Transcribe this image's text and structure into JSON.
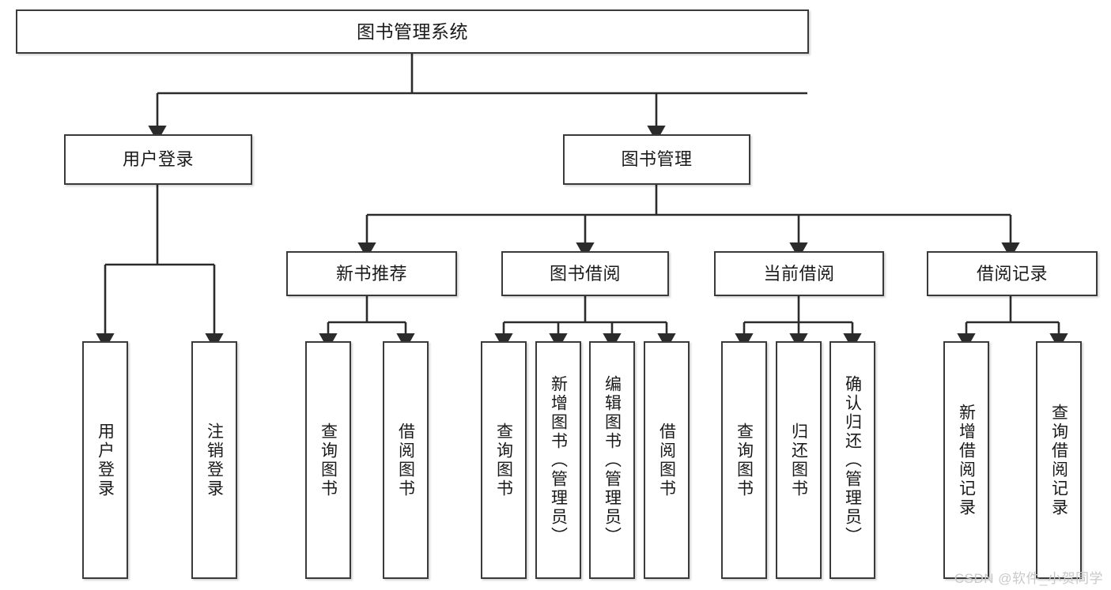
{
  "diagram": {
    "title": "图书管理系统",
    "type": "tree-hierarchy",
    "colors": {
      "background": "#ffffff",
      "box_border": "#3a3a3a",
      "box_fill": "#ffffff",
      "text": "#1a1a1a",
      "connector": "#2b2b2b",
      "watermark": "#c9c9c9"
    },
    "watermark": "CSDN @软件_小贺同学"
  },
  "nodes": {
    "root": {
      "label": "图书管理系统"
    },
    "level2": [
      {
        "label": "用户登录"
      },
      {
        "label": "图书管理"
      }
    ],
    "level3": [
      {
        "label": "新书推荐"
      },
      {
        "label": "图书借阅"
      },
      {
        "label": "当前借阅"
      },
      {
        "label": "借阅记录"
      }
    ],
    "leaves": {
      "user_login": [
        {
          "label": "用户登录"
        },
        {
          "label": "注销登录"
        }
      ],
      "new_book_recommend": [
        {
          "label": "查询图书"
        },
        {
          "label": "借阅图书"
        }
      ],
      "book_borrow": [
        {
          "label": "查询图书"
        },
        {
          "label": "新增图书（管理员）"
        },
        {
          "label": "编辑图书（管理员）"
        },
        {
          "label": "借阅图书"
        }
      ],
      "current_borrow": [
        {
          "label": "查询图书"
        },
        {
          "label": "归还图书"
        },
        {
          "label": "确认归还（管理员）"
        }
      ],
      "borrow_record": [
        {
          "label": "新增借阅记录"
        },
        {
          "label": "查询借阅记录"
        }
      ]
    }
  }
}
